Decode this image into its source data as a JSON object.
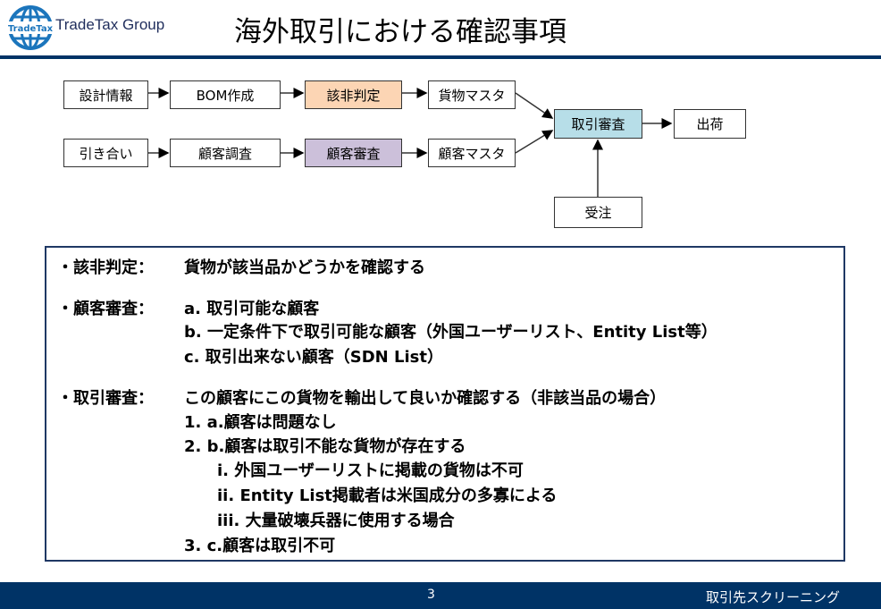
{
  "header": {
    "logo_badge": "TradeTax",
    "logo_text": "TradeTax Group",
    "title": "海外取引における確認事項"
  },
  "flow": {
    "row1": [
      "設計情報",
      "BOM作成",
      "該非判定",
      "貨物マスタ"
    ],
    "row2": [
      "引き合い",
      "顧客調査",
      "顧客審査",
      "顧客マスタ"
    ],
    "review": "取引審査",
    "ship": "出荷",
    "order": "受注",
    "colors": {
      "classification": "#fcd5b4",
      "customer_review": "#ccc0da",
      "review": "#b7dee8"
    }
  },
  "notes": {
    "l1_label": "・該非判定：",
    "l1_text": "貨物が該当品かどうかを確認する",
    "l2_label": "・顧客審査：",
    "l2_a": "a. 取引可能な顧客",
    "l2_b": "b. 一定条件下で取引可能な顧客（外国ユーザーリスト、Entity List等）",
    "l2_c": "c. 取引出来ない顧客（SDN List）",
    "l3_label": "・取引審査：",
    "l3_text": "この顧客にこの貨物を輸出して良いか確認する（非該当品の場合）",
    "l3_1": "1. a.顧客は問題なし",
    "l3_2": "2. b.顧客は取引不能な貨物が存在する",
    "l3_2i": "i. 外国ユーザーリストに掲載の貨物は不可",
    "l3_2ii": "ii. Entity List掲載者は米国成分の多寡による",
    "l3_2iii": "iii. 大量破壊兵器に使用する場合",
    "l3_3": "3. c.顧客は取引不可"
  },
  "footer": {
    "page": "3",
    "section": "取引先スクリーニング"
  }
}
